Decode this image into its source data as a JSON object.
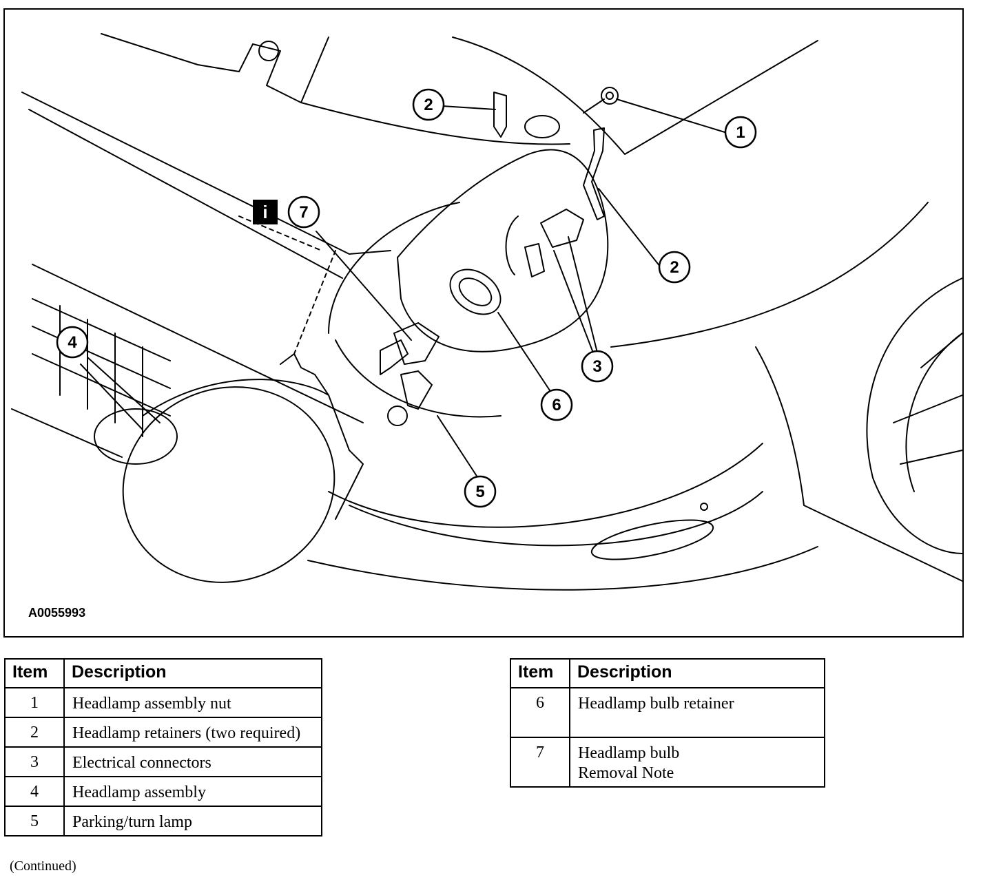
{
  "figure": {
    "id_label": "A0055993",
    "info_icon_glyph": "i",
    "callouts": [
      "1",
      "2",
      "2",
      "3",
      "4",
      "5",
      "6",
      "7"
    ]
  },
  "legend": {
    "header_item": "Item",
    "header_description": "Description",
    "left_rows": [
      {
        "item": "1",
        "description": "Headlamp assembly nut"
      },
      {
        "item": "2",
        "description": "Headlamp retainers (two required)"
      },
      {
        "item": "3",
        "description": "Electrical connectors"
      },
      {
        "item": "4",
        "description": "Headlamp assembly"
      },
      {
        "item": "5",
        "description": "Parking/turn lamp"
      }
    ],
    "right_rows": [
      {
        "item": "6",
        "description": "Headlamp bulb retainer"
      },
      {
        "item": "7",
        "description": "Headlamp bulb",
        "note": "Removal Note"
      }
    ]
  },
  "footer": {
    "continued": "(Continued)"
  }
}
